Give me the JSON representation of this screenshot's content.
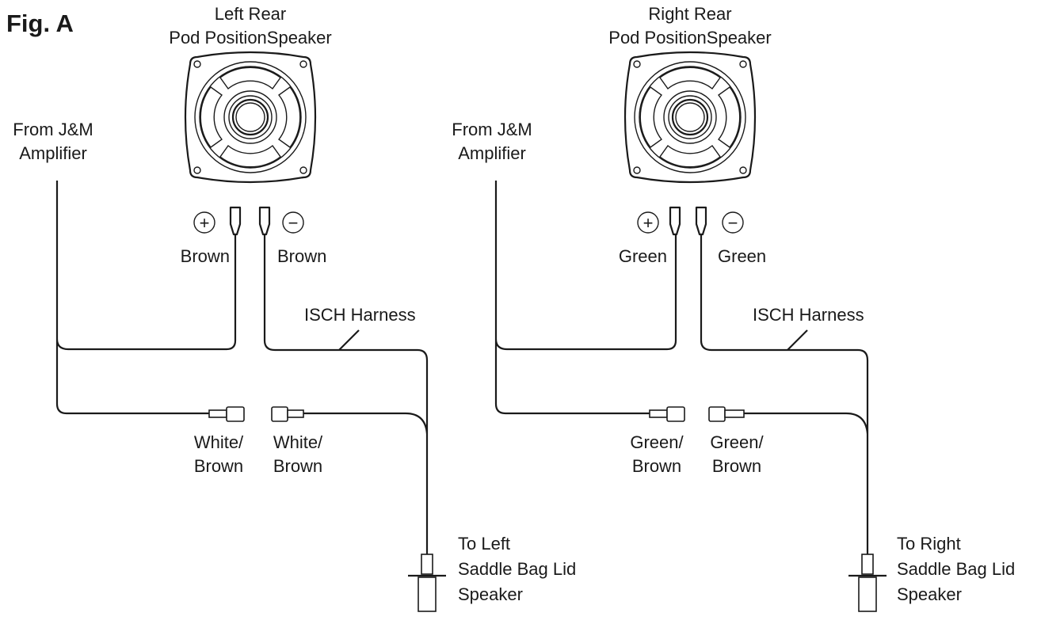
{
  "figure_label": "Fig. A",
  "panels": [
    {
      "speaker_title": [
        "Left Rear",
        "Pod PositionSpeaker"
      ],
      "source_label": [
        "From J&M",
        "Amplifier"
      ],
      "positive_wire": "Brown",
      "negative_wire": "Brown",
      "harness_label": "ISCH Harness",
      "connector_left": [
        "White/",
        "Brown"
      ],
      "connector_right": [
        "White/",
        "Brown"
      ],
      "destination": [
        "To Left",
        "Saddle Bag Lid",
        "Speaker"
      ],
      "positive_symbol": "+",
      "negative_symbol": "−"
    },
    {
      "speaker_title": [
        "Right Rear",
        "Pod PositionSpeaker"
      ],
      "source_label": [
        "From J&M",
        "Amplifier"
      ],
      "positive_wire": "Green",
      "negative_wire": "Green",
      "harness_label": "ISCH Harness",
      "connector_left": [
        "Green/",
        "Brown"
      ],
      "connector_right": [
        "Green/",
        "Brown"
      ],
      "destination": [
        "To Right",
        "Saddle Bag Lid",
        "Speaker"
      ],
      "positive_symbol": "+",
      "negative_symbol": "−"
    }
  ]
}
